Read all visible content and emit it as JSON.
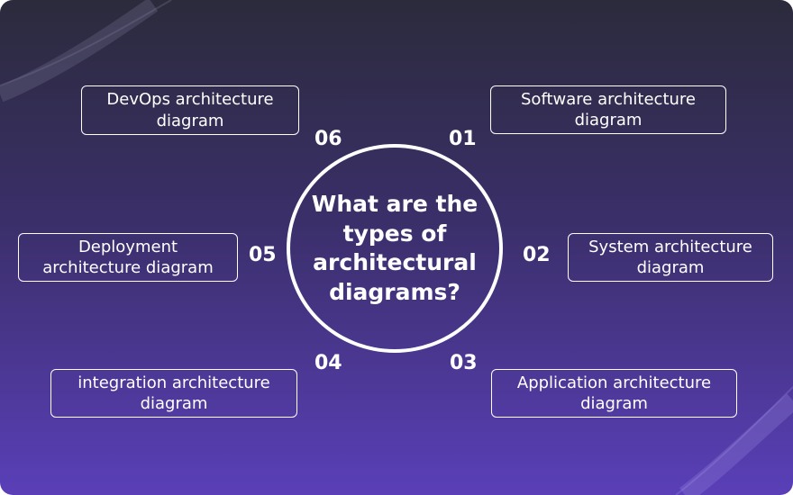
{
  "center": {
    "title": "What are the types of architectural diagrams?"
  },
  "items": [
    {
      "num": "01",
      "label": "Software architecture\ndiagram"
    },
    {
      "num": "02",
      "label": "System architecture\ndiagram"
    },
    {
      "num": "03",
      "label": "Application architecture\ndiagram"
    },
    {
      "num": "04",
      "label": "integration architecture\ndiagram"
    },
    {
      "num": "05",
      "label": "Deployment\narchitecture diagram"
    },
    {
      "num": "06",
      "label": "DevOps architecture\ndiagram"
    }
  ],
  "colors": {
    "bg_top": "#2b2b3c",
    "bg_bottom": "#5a3fb8",
    "foreground": "#ffffff"
  }
}
